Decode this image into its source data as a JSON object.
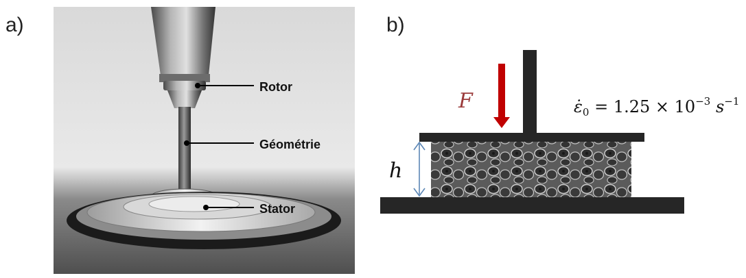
{
  "panels": {
    "a": {
      "label": "a)"
    },
    "b": {
      "label": "b)"
    }
  },
  "photo": {
    "callouts": [
      {
        "id": "rotor",
        "text": "Rotor"
      },
      {
        "id": "geometry",
        "text": "Géométrie"
      },
      {
        "id": "stator",
        "text": "Stator"
      }
    ]
  },
  "schematic": {
    "force_symbol": "F",
    "height_symbol": "h",
    "strain_rate": {
      "symbol": "ε̇",
      "subscript": "0",
      "equals": "=",
      "mantissa": "1.25",
      "times": "×",
      "base": "10",
      "exponent": "−3",
      "unit": "s",
      "unit_exponent": "−1"
    }
  },
  "colors": {
    "force_arrow": "#c00000",
    "force_label": "#9b3b3b",
    "height_arrow": "#5b86b5",
    "plates": "#262626",
    "callout_line": "#000000"
  }
}
